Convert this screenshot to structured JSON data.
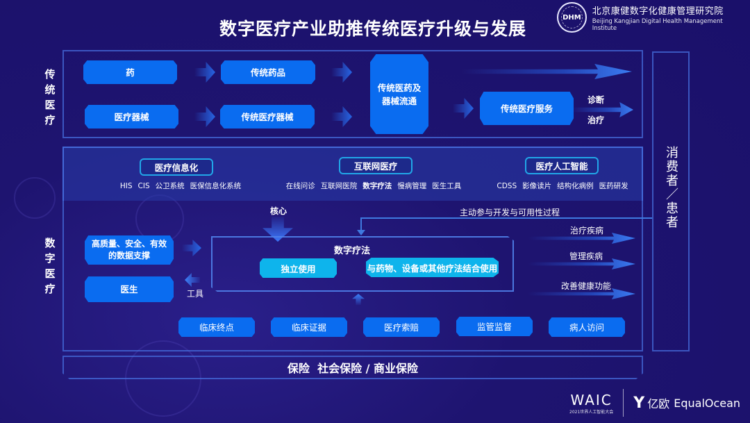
{
  "title": "数字医疗产业助推传统医疗升级与发展",
  "institute": {
    "badge": "DHM",
    "name_cn": "北京康健数字化健康管理研究院",
    "name_en": "Beijing Kangjian Digital Health Management Institute"
  },
  "traditional": {
    "label": "传统医疗",
    "row1": [
      "药",
      "传统药品"
    ],
    "row2": [
      "医疗器械",
      "传统医疗器械"
    ],
    "circulation": "传统医药及器械流通",
    "service": "传统医疗服务",
    "outcomes": [
      "诊断",
      "治疗"
    ]
  },
  "digital": {
    "label": "数字医疗",
    "categories": [
      {
        "tag": "医疗信息化",
        "items": [
          "HIS",
          "CIS",
          "公卫系统",
          "医保信息化系统"
        ]
      },
      {
        "tag": "互联网医疗",
        "items": [
          "在线问诊",
          "互联网医院",
          "数字疗法",
          "慢病管理",
          "医生工具"
        ]
      },
      {
        "tag": "医疗人工智能",
        "items": [
          "CDSS",
          "影像读片",
          "结构化病例",
          "医药研发"
        ]
      }
    ],
    "core_label": "核心",
    "feedback_label": "主动参与开发与可用性过程",
    "data_support": "高质量、安全、有效的数据支撑",
    "doctor": "医生",
    "tool_label": "工具",
    "dtx": {
      "title": "数字疗法",
      "modes": [
        "独立使用",
        "与药物、设备或其他疗法结合使用"
      ]
    },
    "outcomes": [
      "治疗疾病",
      "管理疾病",
      "改善健康功能"
    ],
    "bottom_items": [
      "临床终点",
      "临床证据",
      "医疗索赔",
      "监管监督",
      "病人访问"
    ]
  },
  "insurance": "保险  社会保险 / 商业保险",
  "consumer": "消费者／患者",
  "footer": {
    "waic": "WAIC",
    "waic_sub": "2021世界人工智能大会",
    "partner_cn": "亿欧",
    "partner_en": "EqualOcean"
  },
  "colors": {
    "background": "#1e1470",
    "box_blue": "#0a6cf0",
    "box_cyan": "#0eb4ec",
    "frame": "#466edc",
    "tag_border": "#21a7e8"
  }
}
